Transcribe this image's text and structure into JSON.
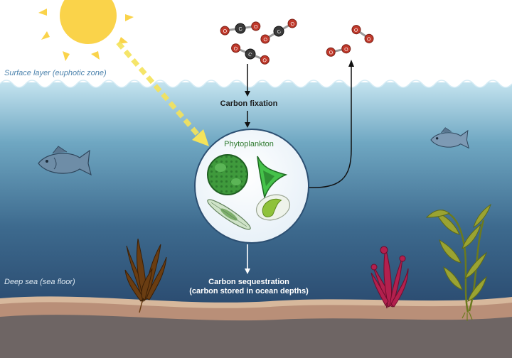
{
  "zones": {
    "surface": "Surface layer (euphotic zone)",
    "deep": "Deep sea (sea floor)"
  },
  "process": {
    "fixation": "Carbon fixation",
    "organisms": "Phytoplankton",
    "sequestration_line1": "Carbon sequestration",
    "sequestration_line2": "(carbon stored in ocean depths)"
  },
  "molecules": {
    "carbon_symbol": "C",
    "oxygen_symbol": "O"
  },
  "colors": {
    "sky": "#ffffff",
    "water_top": "#b9dcea",
    "water_bottom": "#2a4869",
    "sun": "#fad34a",
    "sunbeam": "#f5e35a",
    "oxygen_atom": "#c0392b",
    "carbon_atom": "#3a3a3a",
    "phytoplankton_green": "#3f9a3c",
    "sediment": "#c9a88c",
    "sea_floor": "#6e6564",
    "kelp_brown": "#6a3d12",
    "red_algae": "#b3204e",
    "kelp_olive": "#9aa332",
    "fish": "#6e8da7"
  },
  "icons": [
    "sun-icon",
    "fish-icon",
    "kelp-icon",
    "red-algae-icon",
    "co2-molecule-icon",
    "o2-molecule-icon",
    "diatom-icon",
    "dinoflagellate-icon",
    "coccolithophore-icon",
    "green-alga-icon"
  ]
}
